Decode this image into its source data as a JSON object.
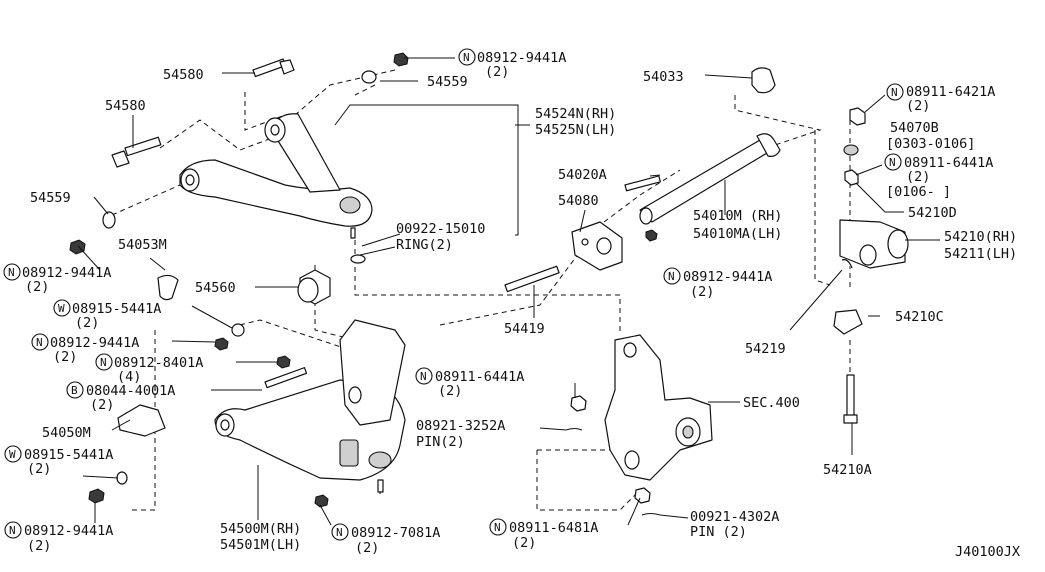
{
  "diagram_id": "J40100JX",
  "reference": "SEC.400",
  "labels": {
    "p54580a": "54580",
    "p54580b": "54580",
    "p54559a": "54559",
    "p54559b": "54559",
    "n089129441_top": "08912-9441A",
    "n089129441_top_qty": "(2)",
    "p54524": "54524N(RH)",
    "p54525": "54525N(LH)",
    "p54033": "54033",
    "n089116421": "08911-6421A",
    "n089116421_qty": "(2)",
    "p54070b": "54070B",
    "p54070b_range": "[0303-0106]",
    "n089116441_r": "08911-6441A",
    "n089116441_r_qty": "(2)",
    "p54070b_range2": "[0106-     ]",
    "p54210d": "54210D",
    "p54020a": "54020A",
    "p54080": "54080",
    "p54010m": "54010M (RH)",
    "p54010ma": "54010MA(LH)",
    "p54210rh": "54210(RH)",
    "p54211lh": "54211(LH)",
    "p54053m": "54053M",
    "p00922": "00922-15010",
    "ring": "RING(2)",
    "n089129441_l1": "08912-9441A",
    "n089129441_l1_qty": "(2)",
    "n089129441_m": "08912-9441A",
    "n089129441_m_qty": "(2)",
    "p54560": "54560",
    "w089155441_a": "08915-5441A",
    "w089155441_a_qty": "(2)",
    "p54419": "54419",
    "p54210c": "54210C",
    "n089129441_l2": "08912-9441A",
    "n089129441_l2_qty": "(2)",
    "n089128401": "08912-8401A",
    "n089128401_qty": "(4)",
    "p54219": "54219",
    "b080444001": "08044-4001A",
    "b080444001_qty": "(2)",
    "n089116441_c": "08911-6441A",
    "n089116441_c_qty": "(2)",
    "p54050m": "54050M",
    "p08921": "08921-3252A",
    "pin2a": "PIN(2)",
    "w089155441_b": "08915-5441A",
    "w089155441_b_qty": "(2)",
    "p54210a": "54210A",
    "n089129441_bl": "08912-9441A",
    "n089129441_bl_qty": "(2)",
    "p54500m": "54500M(RH)",
    "p54501m": "54501M(LH)",
    "n089127081": "08912-7081A",
    "n089127081_qty": "(2)",
    "n089116481": "08911-6481A",
    "n089116481_qty": "(2)",
    "p00921": "00921-4302A",
    "pin2b": "PIN (2)"
  },
  "prefix": {
    "n": "N",
    "w": "W",
    "b": "B"
  }
}
